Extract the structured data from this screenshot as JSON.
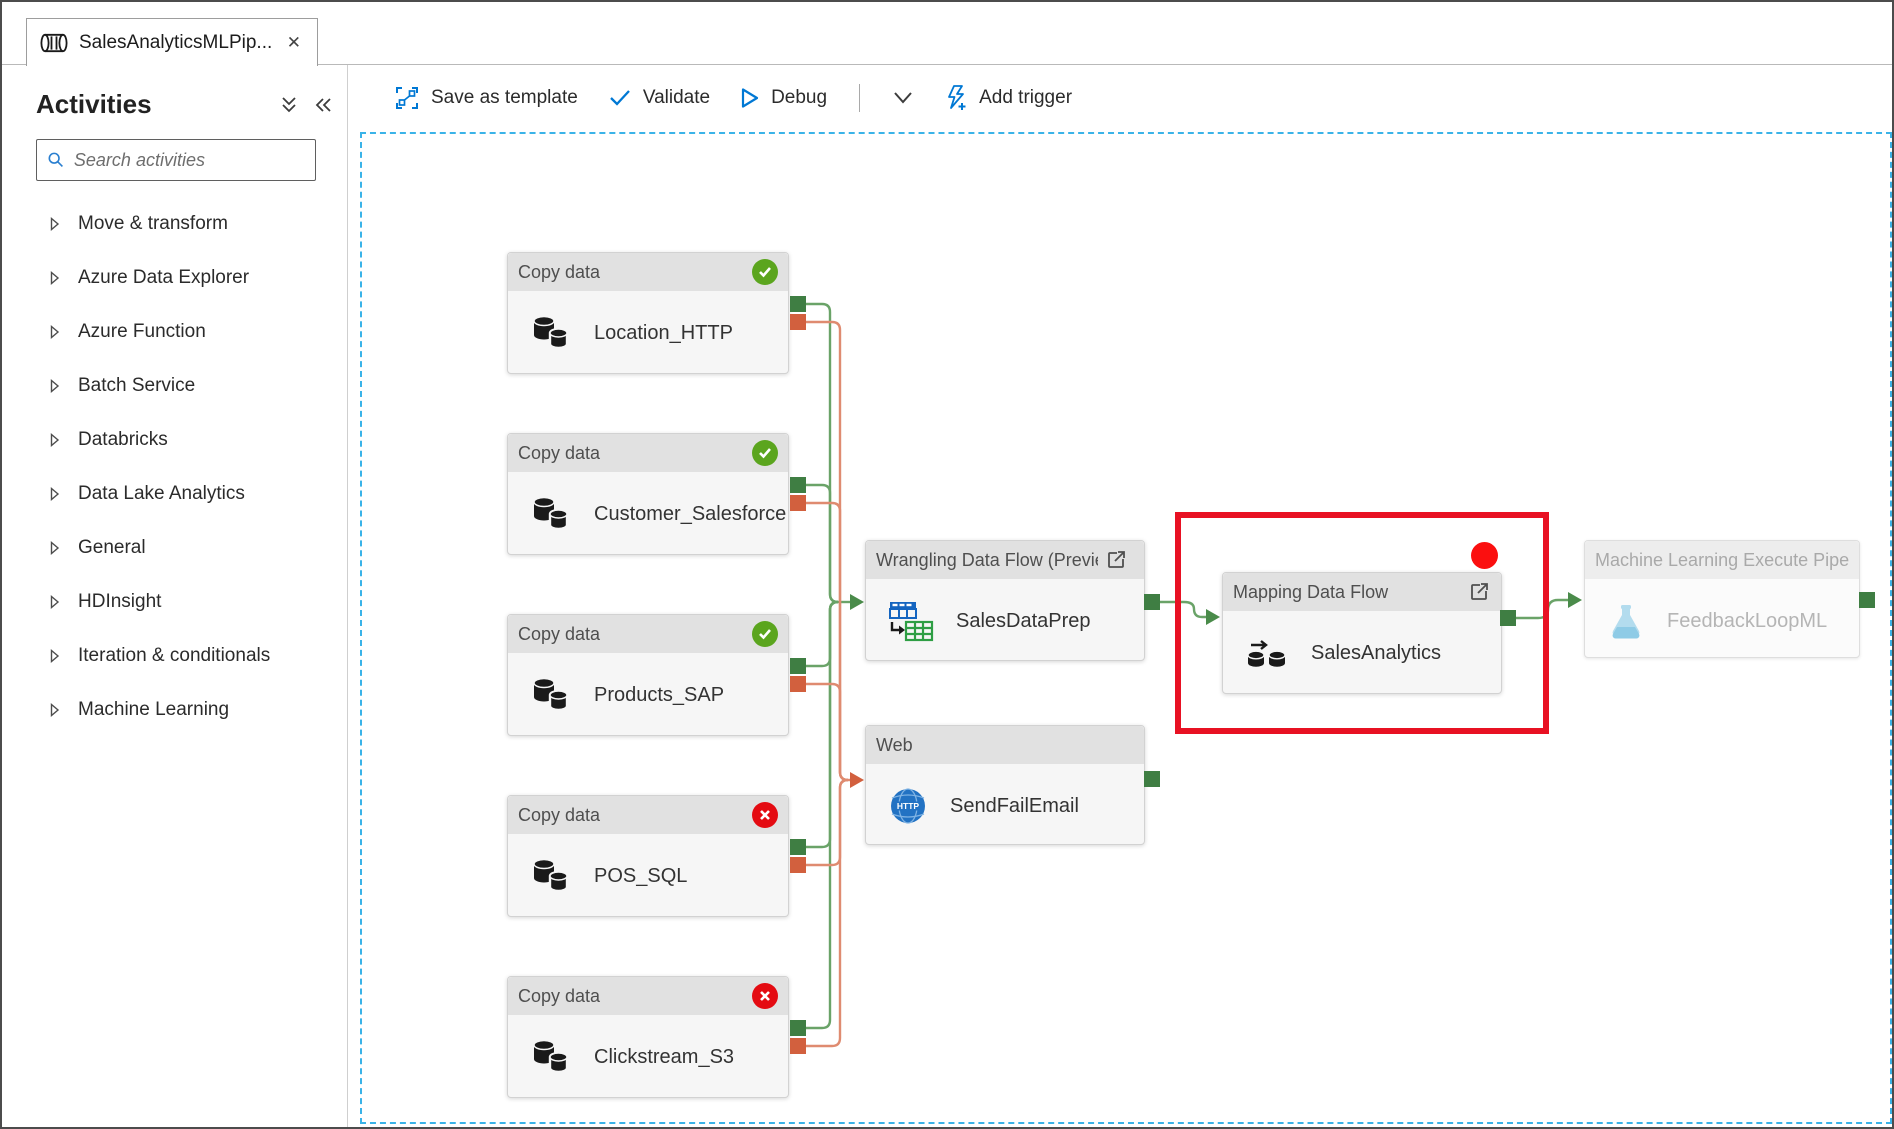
{
  "window": {
    "tab_title": "SalesAnalyticsMLPip...",
    "close_glyph": "✕"
  },
  "sidebar": {
    "title": "Activities",
    "search_placeholder": "Search activities",
    "items": [
      {
        "label": "Move & transform"
      },
      {
        "label": "Azure Data Explorer"
      },
      {
        "label": "Azure Function"
      },
      {
        "label": "Batch Service"
      },
      {
        "label": "Databricks"
      },
      {
        "label": "Data Lake Analytics"
      },
      {
        "label": "General"
      },
      {
        "label": "HDInsight"
      },
      {
        "label": "Iteration & conditionals"
      },
      {
        "label": "Machine Learning"
      }
    ]
  },
  "toolbar": {
    "save_as_template": "Save as template",
    "validate": "Validate",
    "debug": "Debug",
    "add_trigger": "Add trigger"
  },
  "pipeline": {
    "copy_nodes": [
      {
        "type": "Copy data",
        "name": "Location_HTTP",
        "status": "succeeded"
      },
      {
        "type": "Copy data",
        "name": "Customer_Salesforce",
        "status": "succeeded"
      },
      {
        "type": "Copy data",
        "name": "Products_SAP",
        "status": "succeeded"
      },
      {
        "type": "Copy data",
        "name": "POS_SQL",
        "status": "failed"
      },
      {
        "type": "Copy data",
        "name": "Clickstream_S3",
        "status": "failed"
      }
    ],
    "wrangling_node": {
      "type": "Wrangling Data Flow (Preview",
      "name": "SalesDataPrep"
    },
    "web_node": {
      "type": "Web",
      "name": "SendFailEmail",
      "icon_label": "HTTP"
    },
    "mapping_node": {
      "type": "Mapping Data Flow",
      "name": "SalesAnalytics"
    },
    "ml_node": {
      "type": "Machine Learning Execute Pipeline",
      "name": "FeedbackLoopML"
    }
  },
  "colors": {
    "accent_blue": "#0078d4",
    "success_green": "#5ba51e",
    "error_red": "#e40b12",
    "connector_green": "#3f7e43",
    "connector_orange": "#d2603e",
    "highlight_red": "#e81123",
    "canvas_dash_blue": "#3ab3e8"
  }
}
